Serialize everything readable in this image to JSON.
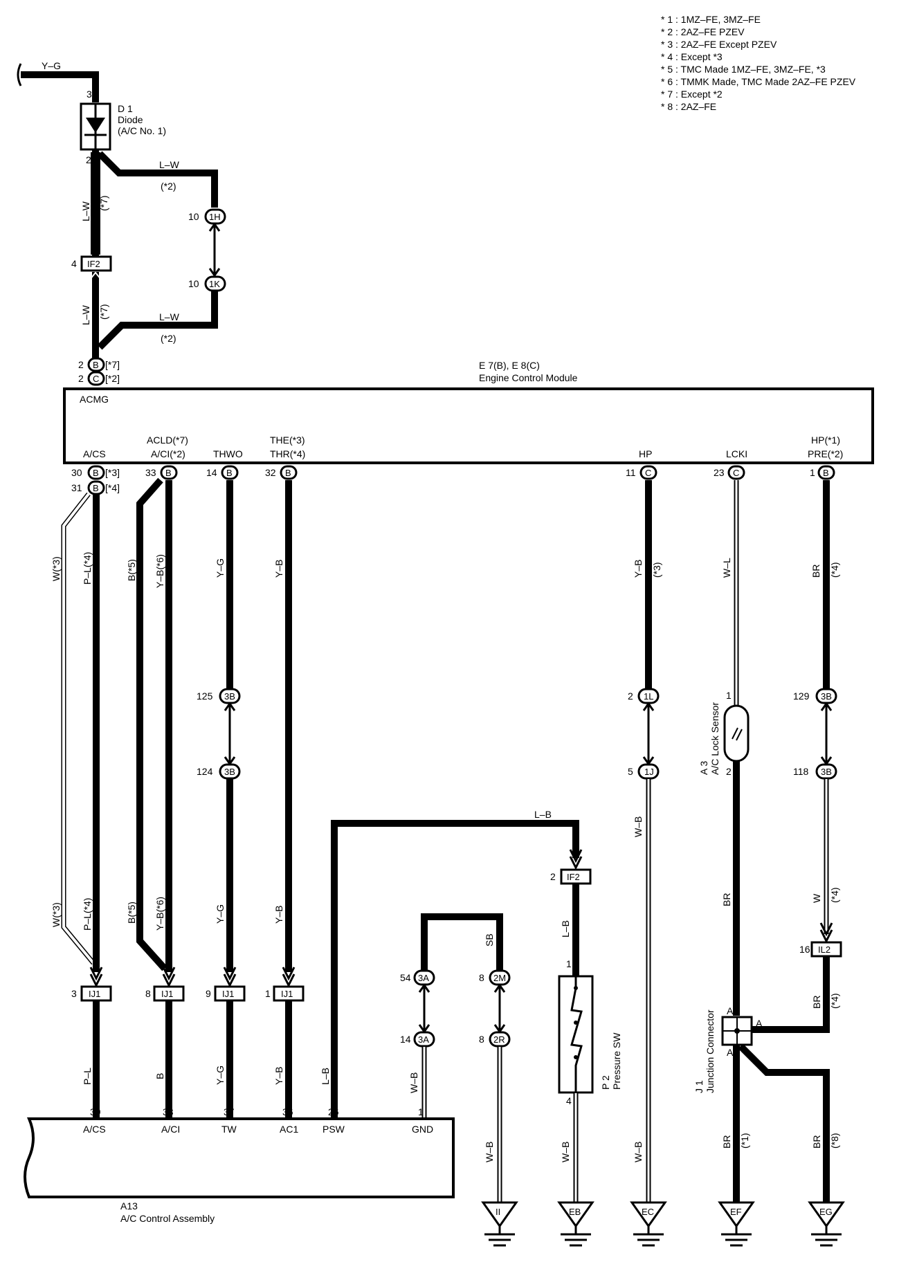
{
  "notes": [
    "* 1 : 1MZ–FE, 3MZ–FE",
    "* 2 : 2AZ–FE PZEV",
    "* 3 : 2AZ–FE Except PZEV",
    "* 4 : Except *3",
    "* 5 : TMC Made 1MZ–FE, 3MZ–FE, *3",
    "* 6 : TMMK Made,  TMC Made 2AZ–FE PZEV",
    "* 7 : Except *2",
    "* 8 : 2AZ–FE"
  ],
  "diode": {
    "id": "D 1",
    "name": "Diode",
    "sub": "(A/C No. 1)",
    "pin_in": "3",
    "pin_out": "2"
  },
  "ecm": {
    "ids": "E 7(B), E 8(C)",
    "name": "Engine Control Module",
    "acmg": "ACMG",
    "pins": {
      "acs": "A/CS",
      "acld": "ACLD(*7)",
      "aci": "A/CI(*2)",
      "thwo": "THWO",
      "the": "THE(*3)",
      "thr": "THR(*4)",
      "hp": "HP",
      "lcki": "LCKI",
      "hp1": "HP(*1)",
      "pre": "PRE(*2)"
    },
    "pin_nums": {
      "acmg_b": "2",
      "acmg_c": "2",
      "acs3": "30",
      "acs4": "31",
      "aci": "33",
      "thwo": "14",
      "thr": "32",
      "hp": "11",
      "lcki": "23",
      "pre": "1"
    },
    "conn": {
      "b": "B",
      "c": "C"
    },
    "tags": {
      "b7": "[*7]",
      "c2": "[*2]",
      "acs3": "[*3]",
      "acs4": "[*4]"
    }
  },
  "acc": {
    "id": "A13",
    "name": "A/C Control Assembly",
    "pins": {
      "acs": "A/CS",
      "aci": "A/CI",
      "tw": "TW",
      "ac1": "AC1",
      "psw": "PSW",
      "gnd": "GND"
    },
    "pin_nums": {
      "acs": "39",
      "aci": "38",
      "tw": "37",
      "ac1": "36",
      "psw": "26",
      "gnd": "1"
    }
  },
  "wires": {
    "yg": "Y–G",
    "lw": "L–W",
    "lw7": "(*7)",
    "lw2": "(*2)",
    "w3": "W(*3)",
    "pl4": "P–L(*4)",
    "b5": "B(*5)",
    "yb6": "Y–B(*6)",
    "yb": "Y–B",
    "lb": "L–B",
    "sb": "SB",
    "wb": "W–B",
    "wl": "W–L",
    "br": "BR",
    "w": "W",
    "pl": "P–L",
    "b": "B",
    "ybhp": "Y–B",
    "ybhp3": "(*3)",
    "brp": "BR",
    "brp4": "(*4)",
    "w4": "(*4)",
    "br4": "(*4)",
    "br1": "(*1)",
    "br8": "(*8)"
  },
  "connectors": {
    "1H": {
      "label": "1H",
      "pin": "10"
    },
    "1K": {
      "label": "1K",
      "pin": "10"
    },
    "IF2a": {
      "label": "IF2",
      "pin": "4"
    },
    "IF2b": {
      "label": "IF2",
      "pin": "2"
    },
    "3B125": {
      "label": "3B",
      "pin": "125"
    },
    "3B124": {
      "label": "3B",
      "pin": "124"
    },
    "1L": {
      "label": "1L",
      "pin": "2"
    },
    "1J": {
      "label": "1J",
      "pin": "5"
    },
    "3B129": {
      "label": "3B",
      "pin": "129"
    },
    "3B118": {
      "label": "3B",
      "pin": "118"
    },
    "IL2": {
      "label": "IL2",
      "pin": "16"
    },
    "IJ1a": {
      "label": "IJ1",
      "pin": "3"
    },
    "IJ1b": {
      "label": "IJ1",
      "pin": "8"
    },
    "IJ1c": {
      "label": "IJ1",
      "pin": "9"
    },
    "IJ1d": {
      "label": "IJ1",
      "pin": "1"
    },
    "3A54": {
      "label": "3A",
      "pin": "54"
    },
    "3A14": {
      "label": "3A",
      "pin": "14"
    },
    "2M": {
      "label": "2M",
      "pin": "8"
    },
    "2R": {
      "label": "2R",
      "pin": "8"
    }
  },
  "pressure_sw": {
    "id": "P 2",
    "name": "Pressure SW",
    "pin1": "1",
    "pin4": "4"
  },
  "lock_sensor": {
    "id": "A 3",
    "name": "A/C Lock Sensor",
    "pin1": "1",
    "pin2": "2"
  },
  "junction": {
    "id": "J 1",
    "name": "Junction Connector",
    "a": "A"
  },
  "grounds": [
    "II",
    "EB",
    "EC",
    "EF",
    "EG"
  ]
}
